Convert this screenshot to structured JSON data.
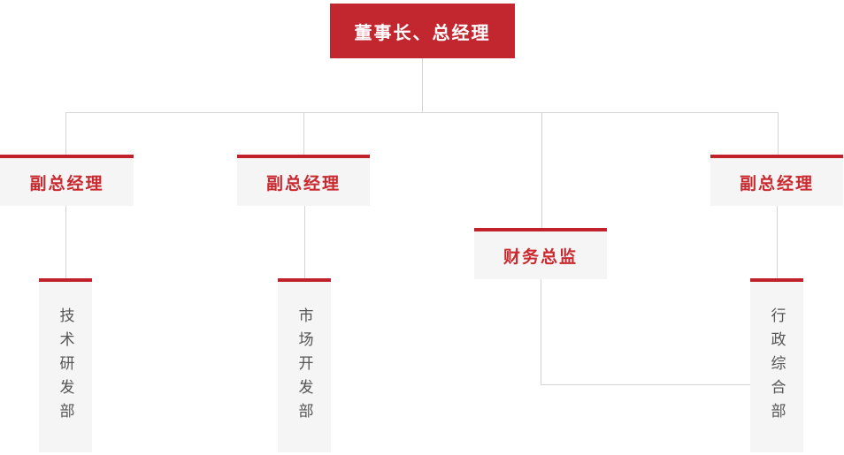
{
  "org_chart": {
    "root": {
      "label": "董事长、总经理",
      "role": "chairman-general-manager"
    },
    "managers": [
      {
        "label": "副总经理",
        "role": "deputy-general-manager-1"
      },
      {
        "label": "副总经理",
        "role": "deputy-general-manager-2"
      },
      {
        "label": "财务总监",
        "role": "financial-director"
      },
      {
        "label": "副总经理",
        "role": "deputy-general-manager-3"
      }
    ],
    "departments": [
      {
        "label": "技术研发部",
        "parent": "deputy-general-manager-1"
      },
      {
        "label": "市场开发部",
        "parent": "deputy-general-manager-2"
      },
      {
        "label": "行政综合部",
        "parent": "deputy-general-manager-3"
      }
    ]
  },
  "colors": {
    "root_box_bg": "#c2262e",
    "root_text": "#ffffff",
    "accent_border_red": "#c0212b",
    "manager_text_red": "#c9292f",
    "box_bg_gray": "#f5f5f5",
    "department_text": "#555555",
    "connector_line": "#d4d4d4",
    "page_bg": "#ffffff"
  }
}
